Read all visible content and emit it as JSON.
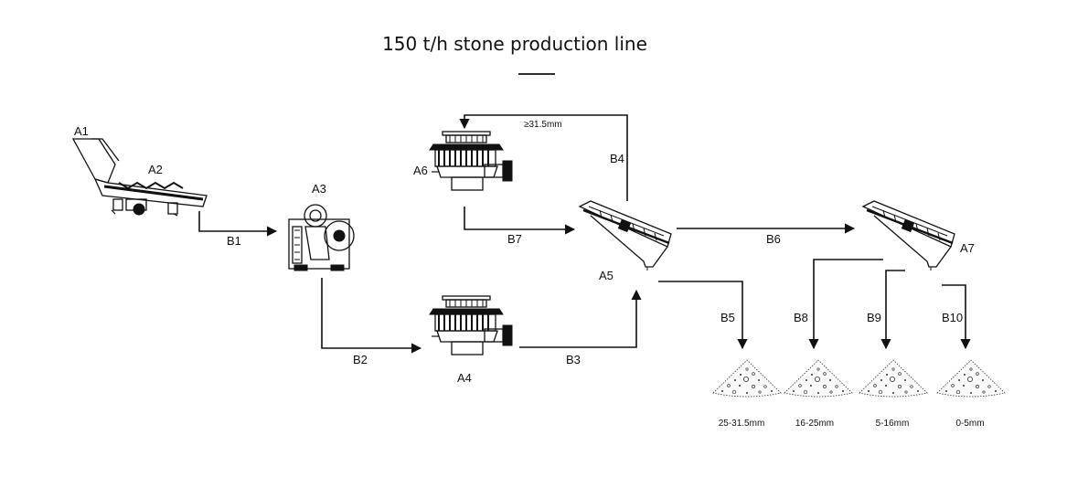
{
  "title": "150 t/h stone production line",
  "equipment": {
    "a1": "A1",
    "a2": "A2",
    "a3": "A3",
    "a4": "A4",
    "a5": "A5",
    "a6": "A6",
    "a7": "A7"
  },
  "flows": {
    "b1": "B1",
    "b2": "B2",
    "b3": "B3",
    "b4": "B4",
    "b5": "B5",
    "b6": "B6",
    "b7": "B7",
    "b8": "B8",
    "b9": "B9",
    "b10": "B10"
  },
  "annotations": {
    "oversize": "≥31.5mm"
  },
  "products": [
    {
      "size": "25-31.5mm"
    },
    {
      "size": "16-25mm"
    },
    {
      "size": "5-16mm"
    },
    {
      "size": "0-5mm"
    }
  ]
}
